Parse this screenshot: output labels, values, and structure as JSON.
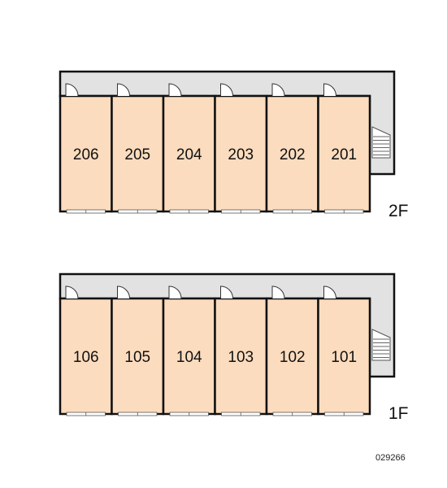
{
  "floors": [
    {
      "label": "2F",
      "rooms": [
        "206",
        "205",
        "204",
        "203",
        "202",
        "201"
      ]
    },
    {
      "label": "1F",
      "rooms": [
        "106",
        "105",
        "104",
        "103",
        "102",
        "101"
      ]
    }
  ],
  "plan_code": "029266",
  "colors": {
    "room_fill": "#fbdcbe",
    "corridor_fill": "#e2e2e2",
    "wall": "#111111",
    "background": "#ffffff"
  }
}
